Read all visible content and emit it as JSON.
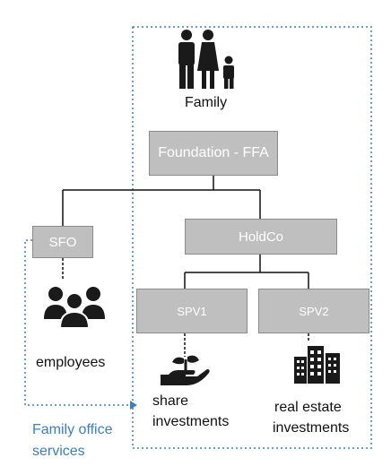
{
  "family_label": "Family",
  "foundation_label": "Foundation - FFA",
  "sfo_label": "SFO",
  "holdco_label": "HoldCo",
  "spv1_label": "SPV1",
  "spv2_label": "SPV2",
  "employees_label": "employees",
  "share_investments_label": [
    "share",
    "investments"
  ],
  "real_estate_investments_label": [
    "real estate",
    "investments"
  ],
  "family_office_services_label": [
    "Family office",
    "services"
  ],
  "colors": {
    "node_fill": "#bfbfbf",
    "node_border": "#8a8a8a",
    "node_text": "#ffffff",
    "dotted_accent": "#3a7fc1",
    "icon": "#1a1a1a"
  },
  "icons": [
    "family-icon",
    "employees-icon",
    "hand-plant-icon",
    "buildings-icon",
    "arrowhead-icon"
  ]
}
